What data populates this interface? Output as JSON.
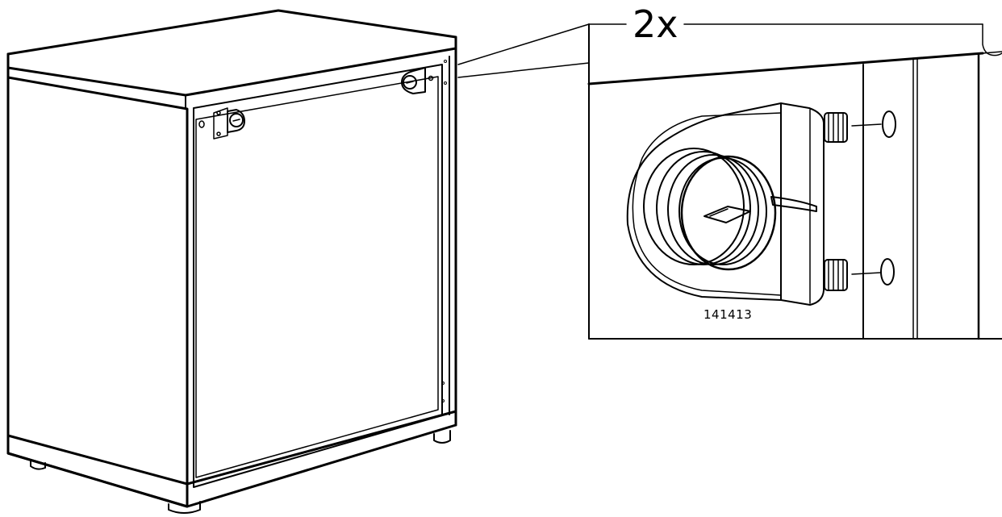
{
  "instruction": {
    "quantity_label": "2x",
    "part_number": "141413"
  },
  "colors": {
    "line": "#000000",
    "background": "#ffffff"
  },
  "icons": [
    "cabinet-illustration",
    "door-hinge-mount",
    "detail-callout",
    "hinge-plate-closeup"
  ]
}
